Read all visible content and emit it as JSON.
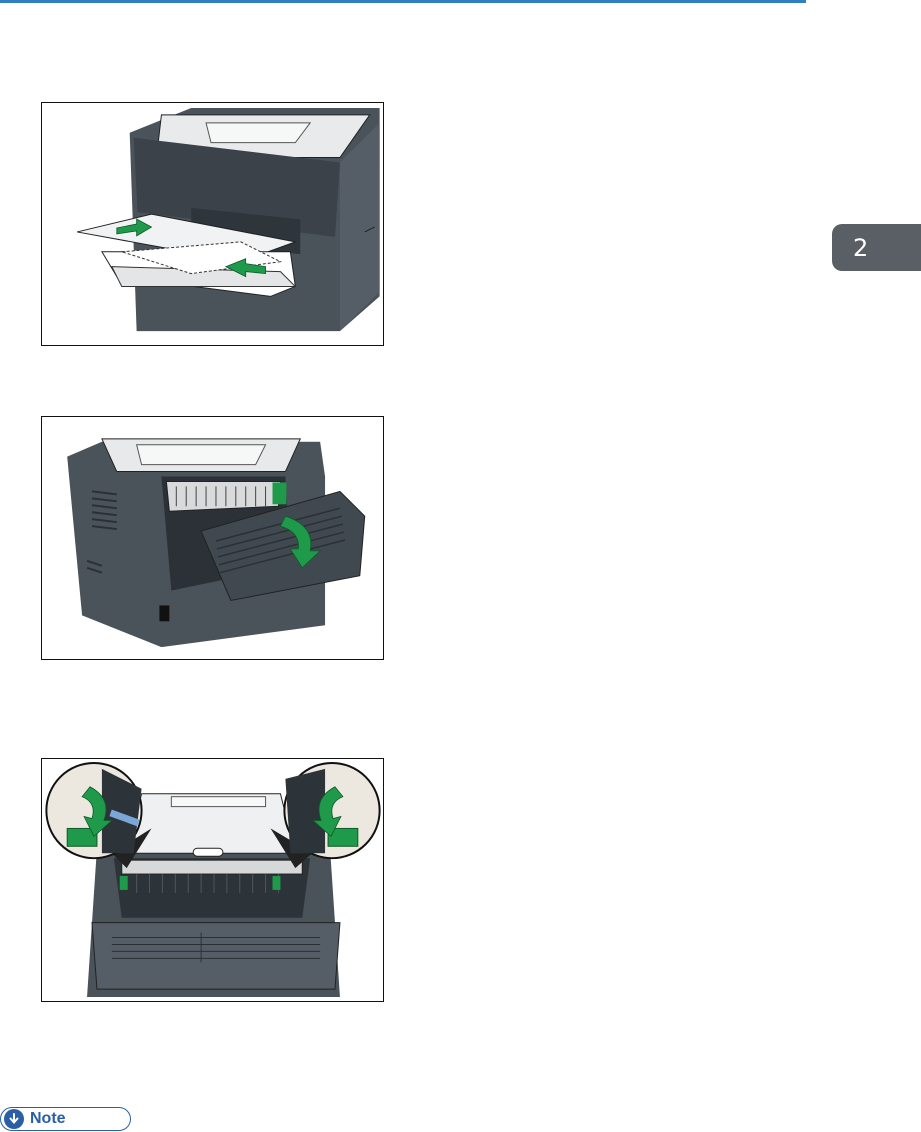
{
  "chapter_tab": {
    "number": "2"
  },
  "figures": [
    {
      "icon": "printer-bypass-tray-illustration"
    },
    {
      "icon": "printer-rear-cover-open-illustration"
    },
    {
      "icon": "printer-fuser-levers-illustration"
    }
  ],
  "note": {
    "label": "Note",
    "icon": "down-arrow-circle-icon"
  },
  "colors": {
    "header_rule": "#2f7fc2",
    "tab": "#5a5f66",
    "note": "#2a5fa8",
    "arrow": "#1f9a4a"
  }
}
